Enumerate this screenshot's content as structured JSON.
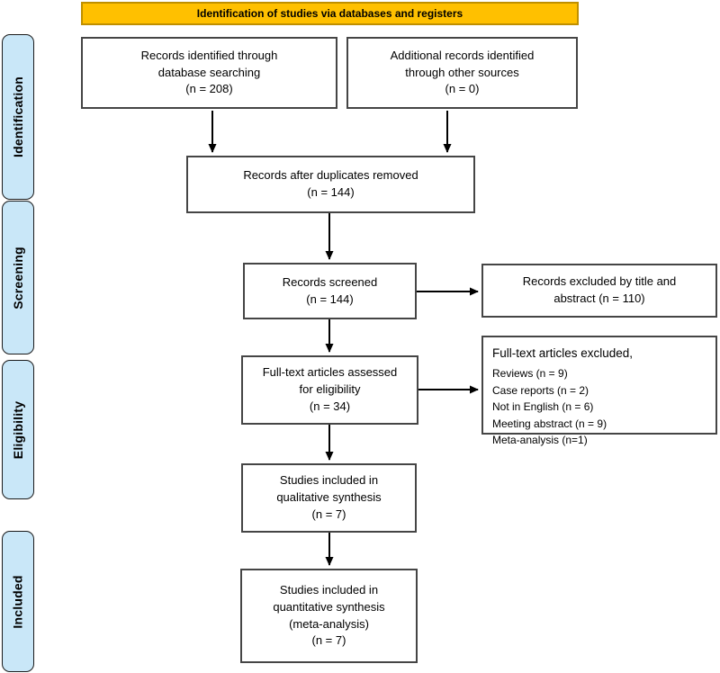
{
  "banner": {
    "label": "Identification of studies via databases and registers"
  },
  "sidebar": [
    {
      "label": "Identification"
    },
    {
      "label": "Screening"
    },
    {
      "label": "Eligibility"
    },
    {
      "label": "Included"
    }
  ],
  "flow": {
    "identified_db": "Records identified through\ndatabase searching\n(n = 208)",
    "identified_other": "Additional records identified\nthrough other sources\n(n = 0)",
    "after_duplicates": "Records after duplicates removed\n(n = 144)",
    "screened": "Records screened\n(n = 144)",
    "excluded_title_abstract": "Records excluded by title and\nabstract (n = 110)",
    "fulltext_assessed": "Full-text articles assessed\nfor eligibility\n(n = 34)",
    "fulltext_excluded": {
      "heading": "Full-text articles excluded,",
      "reasons": [
        "Reviews (n = 9)",
        "Case reports (n = 2)",
        "Not in English (n = 6)",
        "Meeting abstract (n = 9)",
        "Meta-analysis (n=1)"
      ]
    },
    "qualitative_included": "Studies included in\nqualitative synthesis\n(n = 7)",
    "quantitative_included": "Studies included in\nquantitative synthesis\n(meta-analysis)\n(n = 7)"
  },
  "colors": {
    "banner_fill": "#FFC000",
    "banner_border": "#BF8F00",
    "sidebar_fill": "#C9E7F8",
    "box_border": "#454545",
    "arrow": "#000000"
  }
}
